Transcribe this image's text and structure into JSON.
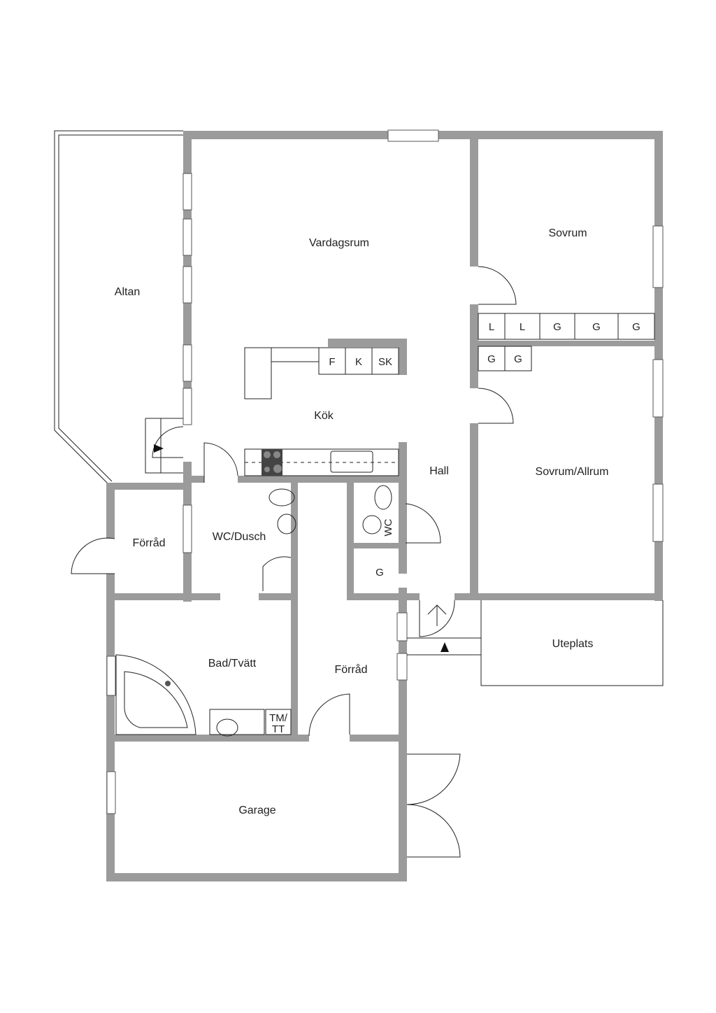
{
  "rooms": {
    "altan": "Altan",
    "vardagsrum": "Vardagsrum",
    "kok": "Kök",
    "sovrum": "Sovrum",
    "sovrum_allrum": "Sovrum/Allrum",
    "hall": "Hall",
    "forrad_small": "Förråd",
    "wc_dusch": "WC/Dusch",
    "wc": "WC",
    "bad_tvatt": "Bad/Tvätt",
    "forrad": "Förråd",
    "uteplats": "Uteplats",
    "garage": "Garage"
  },
  "fixtures": {
    "kitchen": [
      "F",
      "K",
      "SK"
    ],
    "wardrobes_top": [
      "L",
      "L",
      "G",
      "G",
      "G"
    ],
    "wardrobes_bottom": [
      "G",
      "G"
    ],
    "g_closet": "G",
    "tm": "TM/",
    "tt": "TT"
  },
  "colors": {
    "wall": "#9b9b9b",
    "line": "#222222"
  }
}
